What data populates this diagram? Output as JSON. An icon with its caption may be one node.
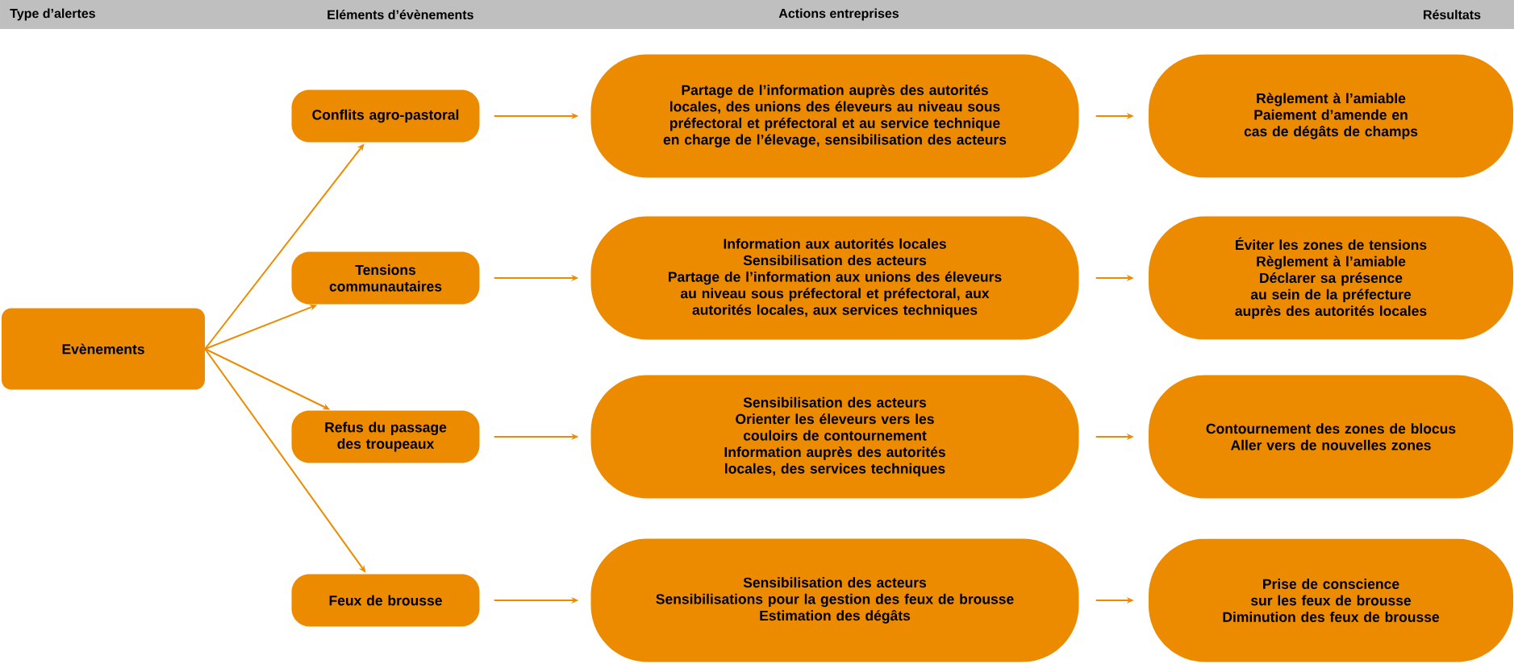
{
  "diagram": {
    "nodes": [
      {
        "text": [
          "Evènements"
        ]
      },
      {
        "text": [
          "Conflits agro-pastoral"
        ]
      },
      {
        "text": [
          "Tensions communautaires"
        ]
      },
      {
        "text": [
          "Refus du passage des troupeaux"
        ]
      },
      {
        "text": [
          "Feux de brousse"
        ]
      },
      {
        "text": [
          "Partage de l’information auprès des autorités locales, des unions des éleveurs au niveau sous préfectoral et préfectoral et au service technique en charge de l’élevage, sensibilisation des acteurs"
        ]
      },
      {
        "text": [
          "Information aux autorités locales",
          "Sensibilisation des acteurs",
          "Partage de l’information aux unions des éleveurs au niveau sous préfectoral et préfectoral, aux autorités locales, aux services techniques"
        ]
      },
      {
        "text": [
          "Sensibilisation des acteurs",
          "Orienter les éleveurs vers les couloirs de contournement",
          "Information auprès des autorités locales, des services techniques"
        ]
      },
      {
        "text": [
          "Sensibilisation des acteurs",
          "Sensibilisations pour la gestion des feux de brousse",
          "Estimation des dégâts"
        ]
      },
      {
        "text": [
          "Règlement à l’amiable",
          "Paiement d’amende en cas de dégâts de champs"
        ]
      },
      {
        "text": [
          "Éviter les zones de tensions",
          "Règlement à l’amiable",
          "Déclarer sa présence au sein de la préfecture auprès des autorités locales"
        ]
      },
      {
        "text": [
          "Contournement des zones de blocus",
          "Aller vers de nouvelles zones"
        ]
      },
      {
        "text": [
          "Prise de conscience sur les feux de brousse",
          "Diminution des feux de brousse"
        ]
      }
    ],
    "edges": [
      {
        "from": 0,
        "to": 1,
        "arrow": "to"
      },
      {
        "from": 0,
        "to": 2,
        "arrow": "to"
      },
      {
        "from": 0,
        "to": 3,
        "arrow": "to"
      },
      {
        "from": 0,
        "to": 4,
        "arrow": "to"
      },
      {
        "from": 1,
        "to": 5,
        "arrow": "to"
      },
      {
        "from": 2,
        "to": 6,
        "arrow": "to"
      },
      {
        "from": 3,
        "to": 7,
        "arrow": "to"
      },
      {
        "from": 4,
        "to": 8,
        "arrow": "to"
      },
      {
        "from": 5,
        "to": 9,
        "arrow": "to"
      },
      {
        "from": 6,
        "to": 10,
        "arrow": "to"
      },
      {
        "from": 7,
        "to": 11,
        "arrow": "to"
      },
      {
        "from": 8,
        "to": 12,
        "arrow": "to"
      }
    ],
    "labels": [
      "Type d’alertes",
      "Eléments d’évènements",
      "Actions entreprises",
      "Résultats"
    ]
  }
}
